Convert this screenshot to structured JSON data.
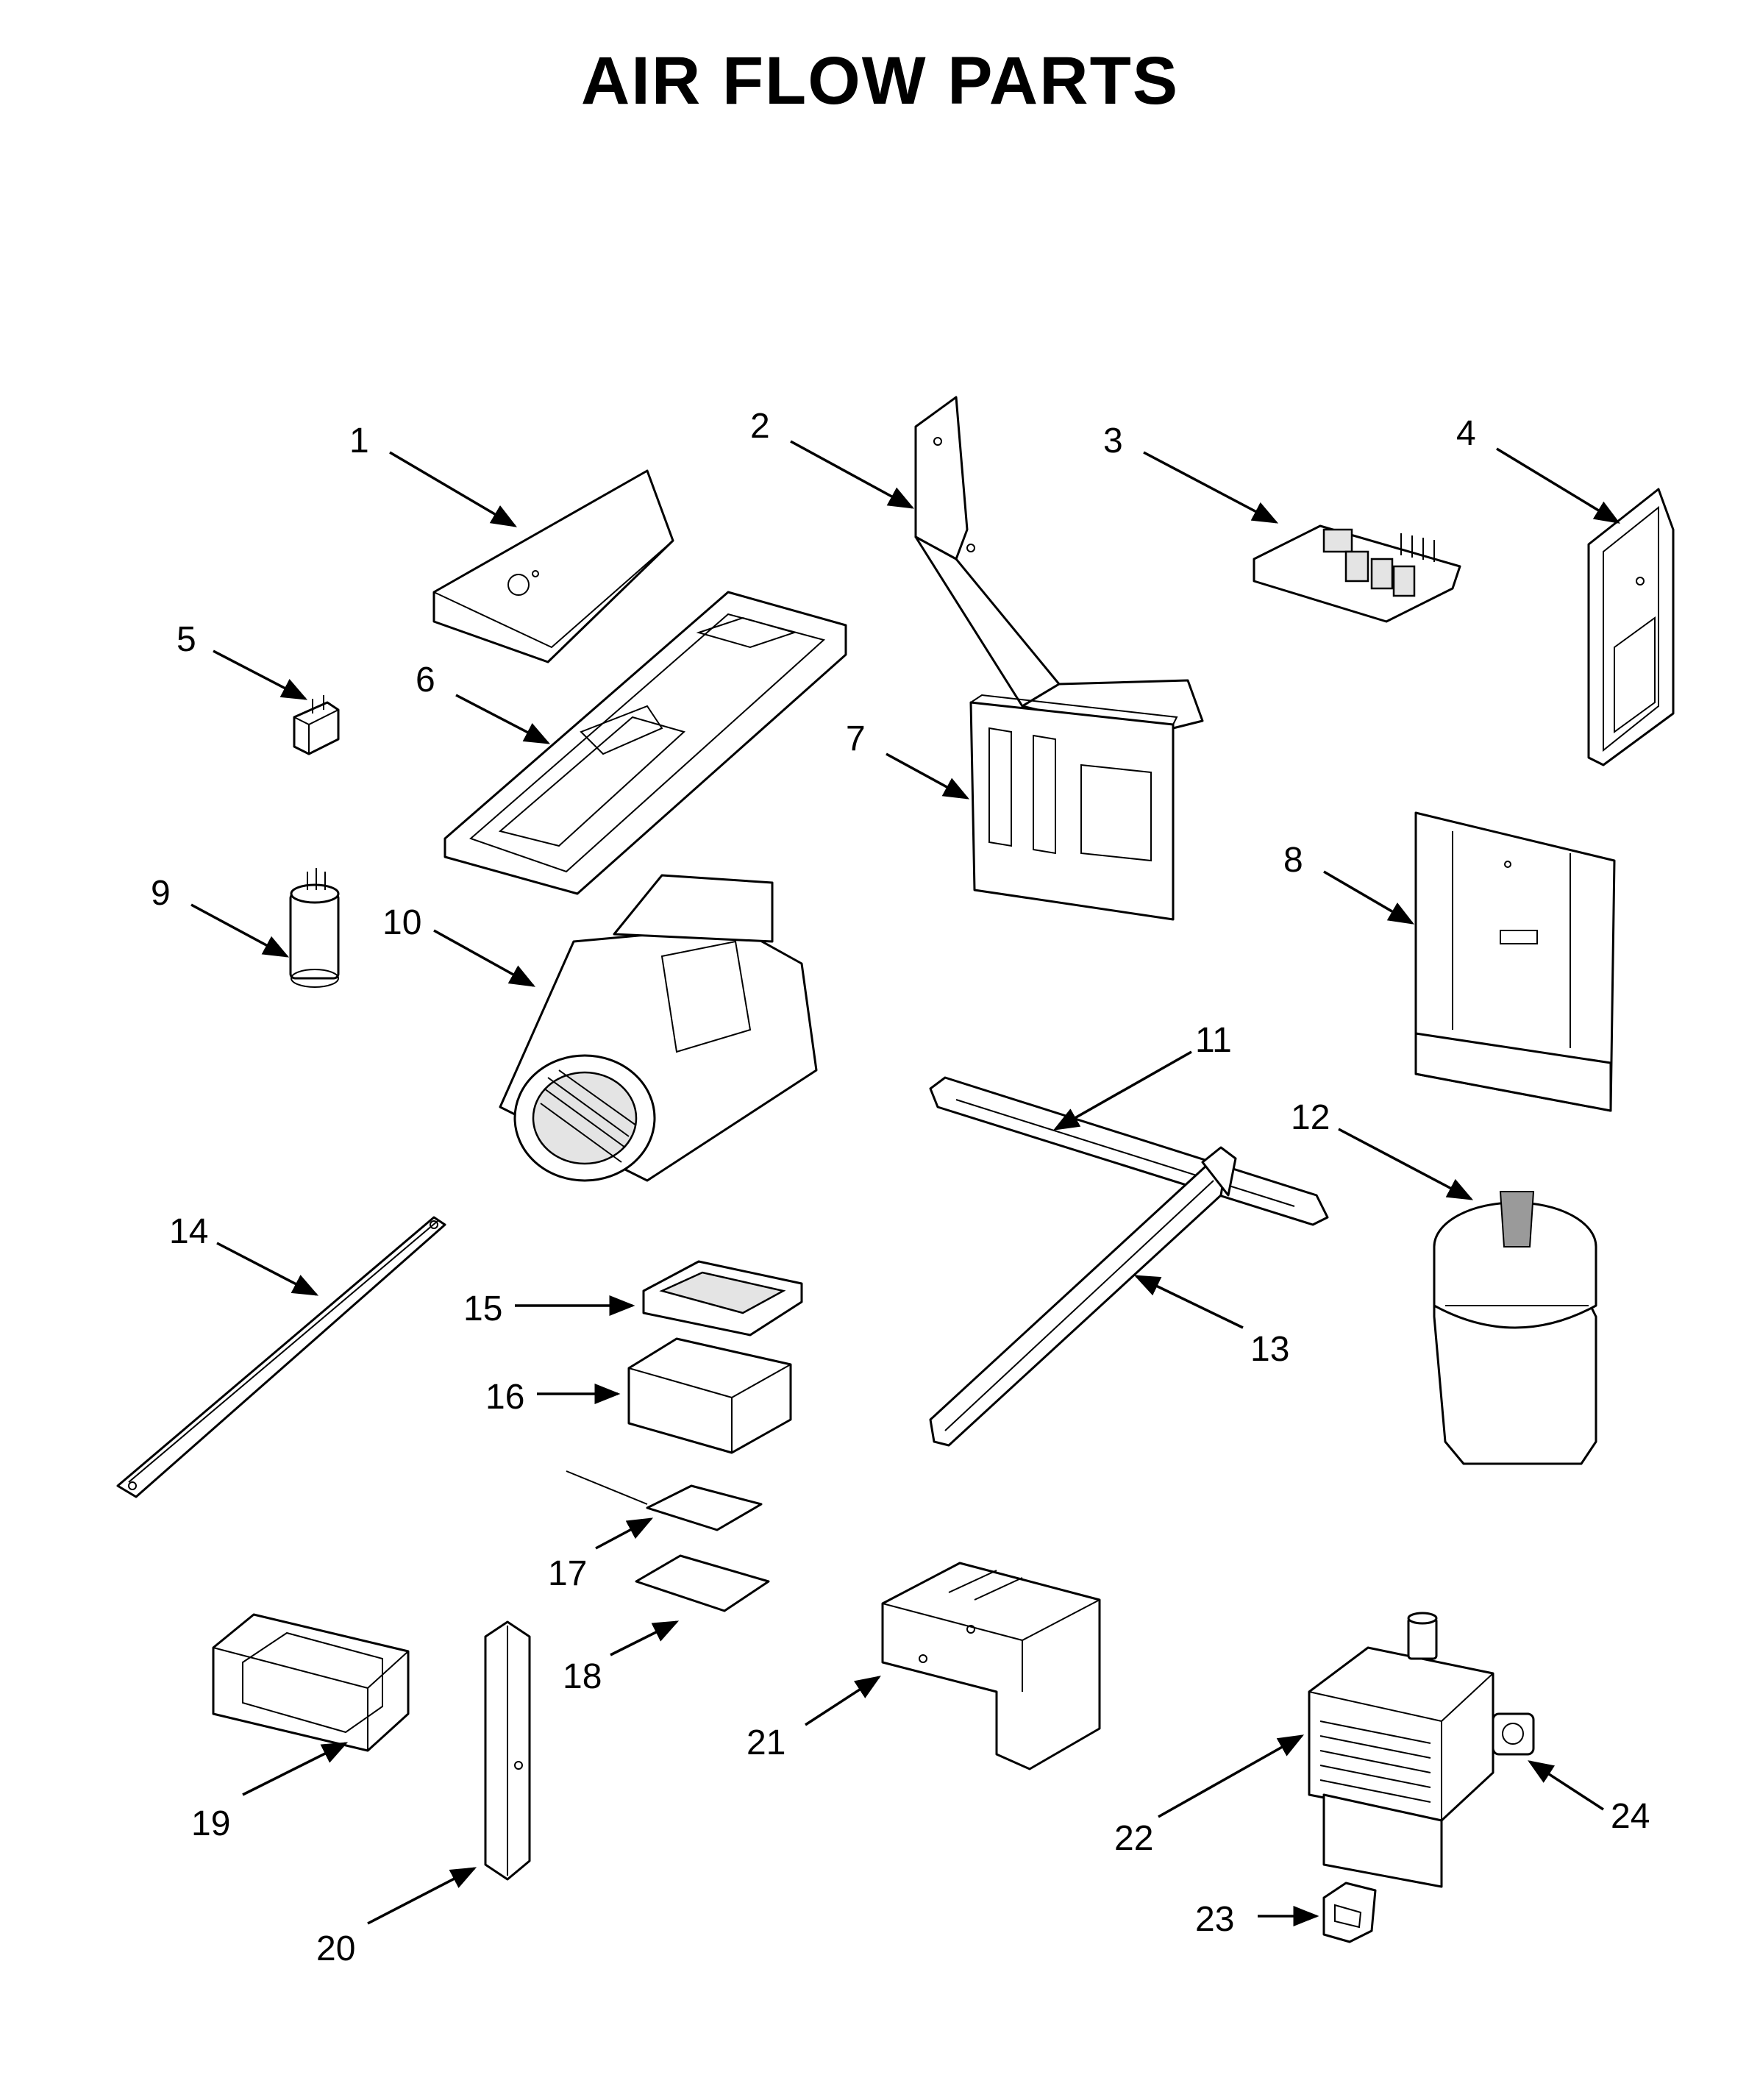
{
  "title": "AIR FLOW PARTS",
  "callouts": [
    {
      "id": "1",
      "label": "1"
    },
    {
      "id": "2",
      "label": "2"
    },
    {
      "id": "3",
      "label": "3"
    },
    {
      "id": "4",
      "label": "4"
    },
    {
      "id": "5",
      "label": "5"
    },
    {
      "id": "6",
      "label": "6"
    },
    {
      "id": "7",
      "label": "7"
    },
    {
      "id": "8",
      "label": "8"
    },
    {
      "id": "9",
      "label": "9"
    },
    {
      "id": "10",
      "label": "10"
    },
    {
      "id": "11",
      "label": "11"
    },
    {
      "id": "12",
      "label": "12"
    },
    {
      "id": "13",
      "label": "13"
    },
    {
      "id": "14",
      "label": "14"
    },
    {
      "id": "15",
      "label": "15"
    },
    {
      "id": "16",
      "label": "16"
    },
    {
      "id": "17",
      "label": "17"
    },
    {
      "id": "18",
      "label": "18"
    },
    {
      "id": "19",
      "label": "19"
    },
    {
      "id": "20",
      "label": "20"
    },
    {
      "id": "21",
      "label": "21"
    },
    {
      "id": "22",
      "label": "22"
    },
    {
      "id": "23",
      "label": "23"
    },
    {
      "id": "24",
      "label": "24"
    }
  ]
}
